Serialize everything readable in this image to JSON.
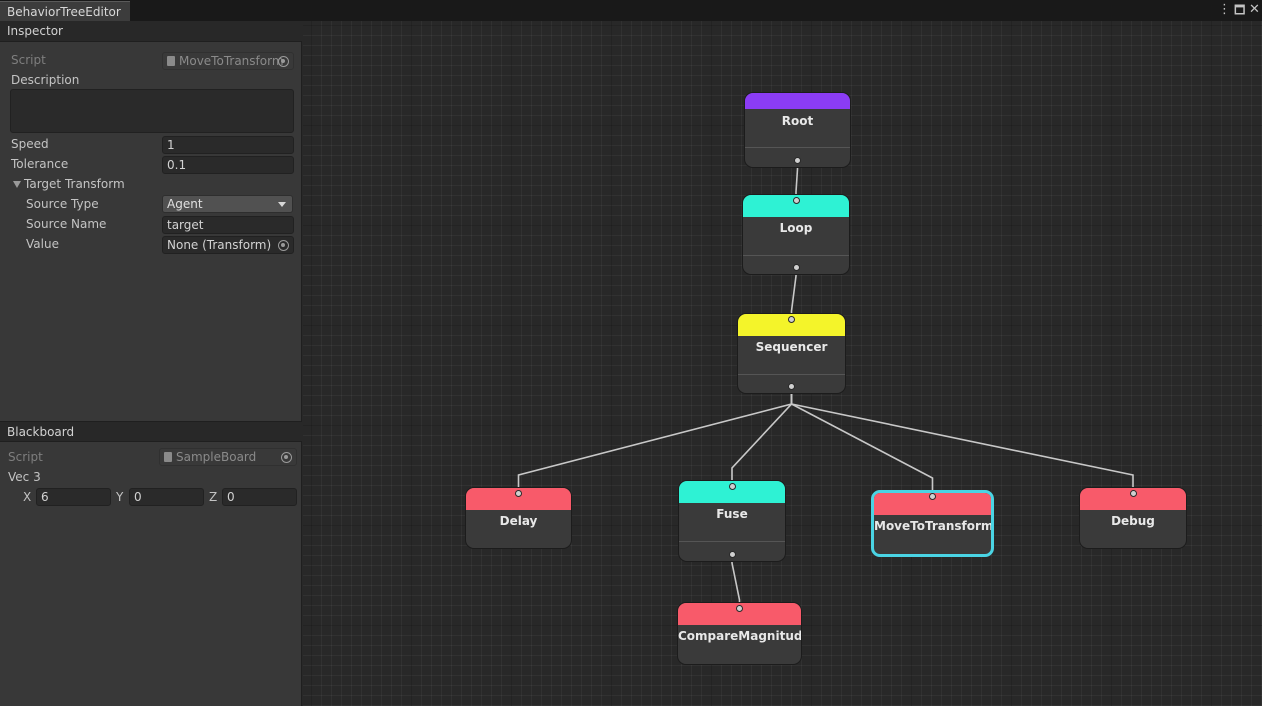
{
  "window": {
    "tab_title": "BehaviorTreeEditor",
    "menu_glyph": "⋮",
    "maximize_glyph": "🗖",
    "close_glyph": "✕"
  },
  "inspector": {
    "header": "Inspector",
    "script_label": "Script",
    "script_value": "MoveToTransform",
    "description_label": "Description",
    "description_value": "",
    "speed_label": "Speed",
    "speed_value": "1",
    "tolerance_label": "Tolerance",
    "tolerance_value": "0.1",
    "target_transform_label": "Target Transform",
    "source_type_label": "Source Type",
    "source_type_value": "Agent",
    "source_name_label": "Source Name",
    "source_name_value": "target",
    "value_label": "Value",
    "value_value": "None (Transform)"
  },
  "blackboard": {
    "header": "Blackboard",
    "script_label": "Script",
    "script_value": "SampleBoard",
    "vec3_label": "Vec 3",
    "x_label": "X",
    "x_value": "6",
    "y_label": "Y",
    "y_value": "0",
    "z_label": "Z",
    "z_value": "0"
  },
  "graph": {
    "nodes": [
      {
        "id": "root",
        "title": "Root",
        "color": "#8b3cf5"
      },
      {
        "id": "loop",
        "title": "Loop",
        "color": "#2ef2d4"
      },
      {
        "id": "sequencer",
        "title": "Sequencer",
        "color": "#f4f42a"
      },
      {
        "id": "delay",
        "title": "Delay",
        "color": "#f85a6a"
      },
      {
        "id": "fuse",
        "title": "Fuse",
        "color": "#2ef2d4"
      },
      {
        "id": "movetotransform",
        "title": "MoveToTransform",
        "color": "#f85a6a",
        "selected": true
      },
      {
        "id": "debug",
        "title": "Debug",
        "color": "#f85a6a"
      },
      {
        "id": "comparemagnitude",
        "title": "CompareMagnitude",
        "color": "#f85a6a"
      }
    ],
    "edges": [
      [
        "root",
        "loop"
      ],
      [
        "loop",
        "sequencer"
      ],
      [
        "sequencer",
        "delay"
      ],
      [
        "sequencer",
        "fuse"
      ],
      [
        "sequencer",
        "movetotransform"
      ],
      [
        "sequencer",
        "debug"
      ],
      [
        "fuse",
        "comparemagnitude"
      ]
    ]
  }
}
